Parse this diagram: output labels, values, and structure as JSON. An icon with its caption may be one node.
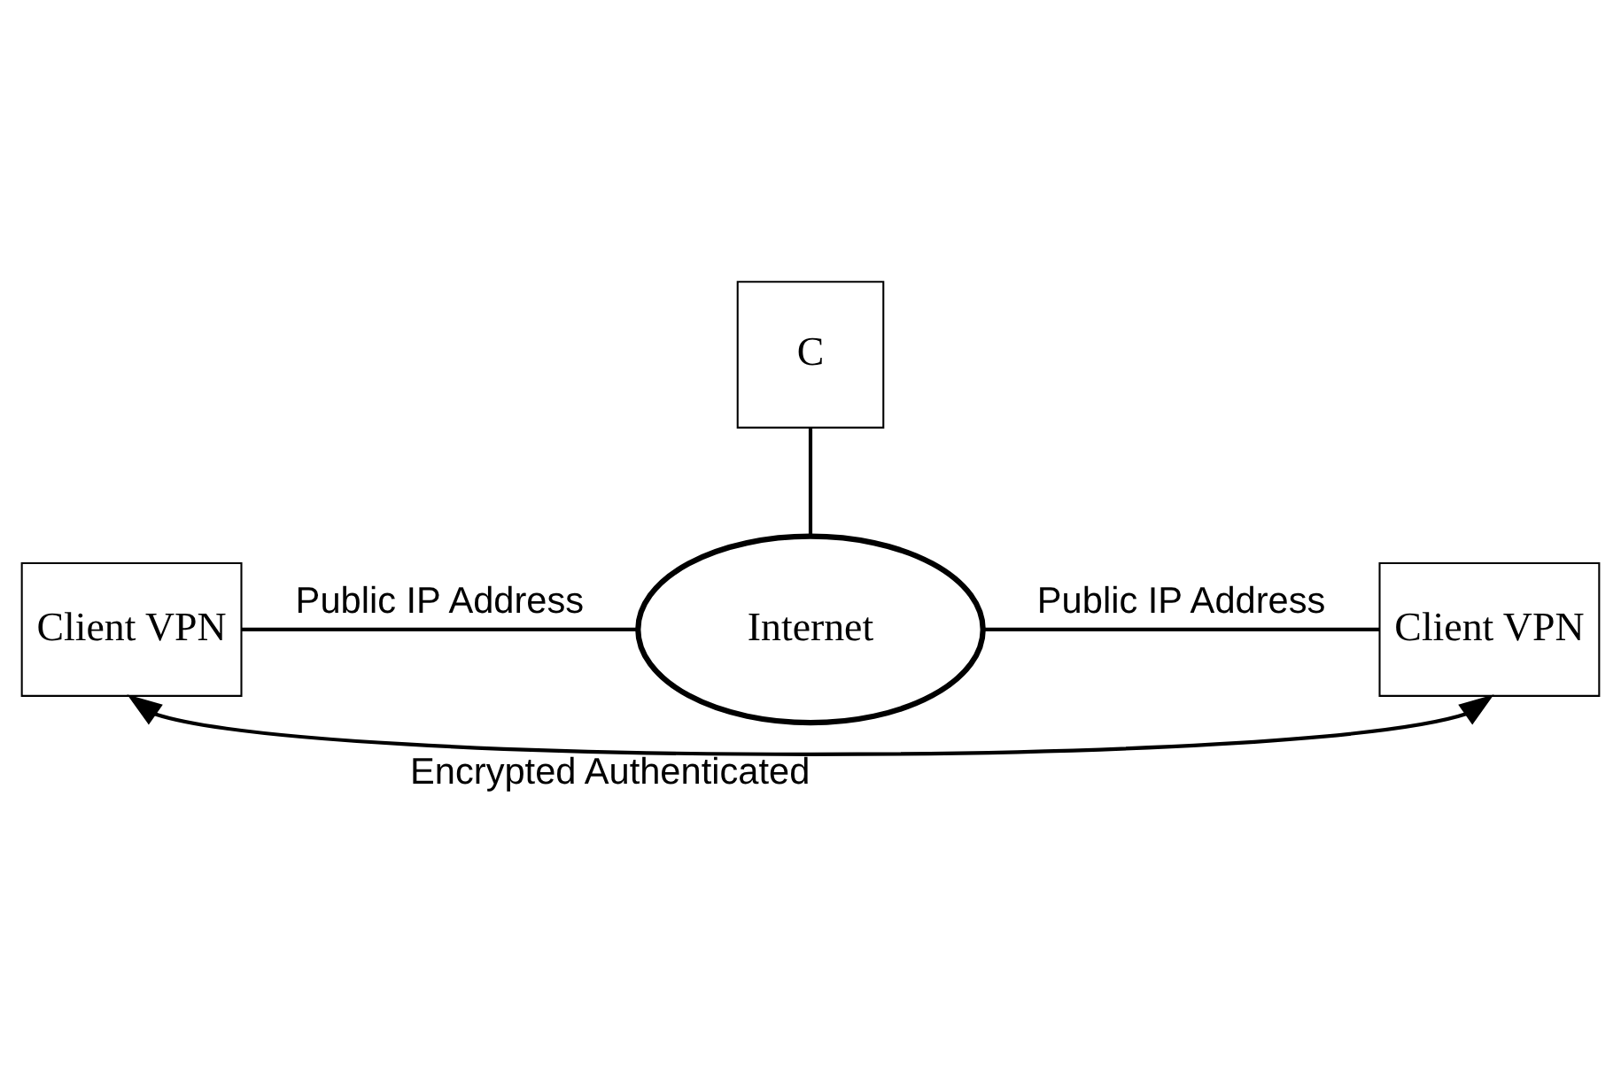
{
  "diagram": {
    "nodes": [
      {
        "text": [
          "C"
        ]
      },
      {
        "text": [
          "Client VPN"
        ]
      },
      {
        "text": [
          "Internet"
        ]
      },
      {
        "text": [
          "Client VPN"
        ]
      }
    ],
    "edges": [
      {
        "from": 0,
        "to": 2,
        "arrow": "none"
      },
      {
        "from": 1,
        "to": 2,
        "arrow": "none",
        "label": "Public IP Address"
      },
      {
        "from": 2,
        "to": 3,
        "arrow": "none",
        "label": "Public IP Address"
      },
      {
        "from": 1,
        "to": 3,
        "arrow": "both",
        "label": "Encrypted Authenticated"
      }
    ]
  }
}
